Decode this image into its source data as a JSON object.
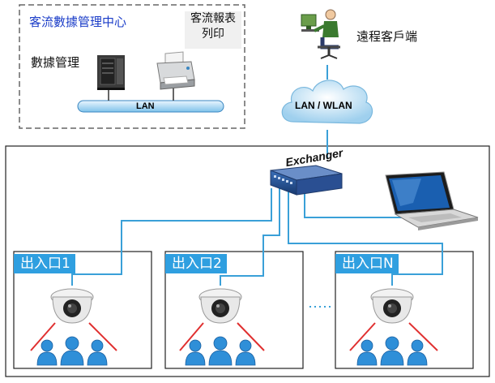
{
  "top_left_box": {
    "title": "客流數據管理中心",
    "report_label_line1": "客流報表",
    "report_label_line2": "列印",
    "data_mgmt_label": "數據管理",
    "lan_label": "LAN"
  },
  "remote": {
    "label": "遠程客戶端"
  },
  "cloud": {
    "label": "LAN / WLAN"
  },
  "switch": {
    "label": "Exchanger"
  },
  "entrances": [
    {
      "label": "出入口1"
    },
    {
      "label": "出入口2"
    },
    {
      "label": "出入口N"
    }
  ],
  "colors": {
    "entrance_tag": "#2f9fe0",
    "wire": "#3aa0d8",
    "title_text": "#1a3cc8",
    "field_of_view": "#e03030",
    "people": "#2f8fd8"
  },
  "icons": [
    "server-icon",
    "printer-icon",
    "workstation-icon",
    "cloud-icon",
    "switch-icon",
    "laptop-icon",
    "dome-camera-icon",
    "people-icon"
  ]
}
